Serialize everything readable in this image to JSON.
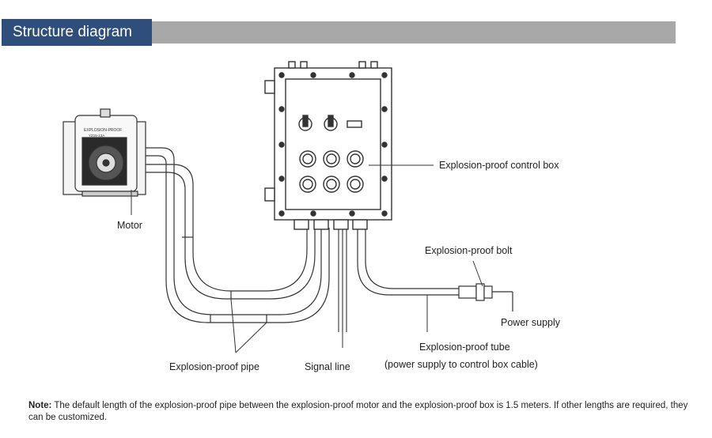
{
  "header": {
    "title": "Structure diagram"
  },
  "labels": {
    "control_box": "Explosion-proof control box",
    "motor": "Motor",
    "bolt": "Explosion-proof bolt",
    "power_supply": "Power supply",
    "pipe": "Explosion-proof pipe",
    "signal_line": "Signal line",
    "tube": "Explosion-proof tube",
    "tube_note": "(power supply to control box cable)"
  },
  "pump_labels": {
    "model": "EXPLOSION-PROOF",
    "head": "YZ15-13A"
  },
  "note": {
    "prefix": "Note:",
    "text": " The default length of the explosion-proof pipe between the explosion-proof motor and the explosion-proof box is 1.5 meters. If other lengths are required, they can be customized."
  },
  "colors": {
    "header_tab": "#2e4f7c",
    "header_bar": "#a8a8a8",
    "line": "#333333"
  }
}
